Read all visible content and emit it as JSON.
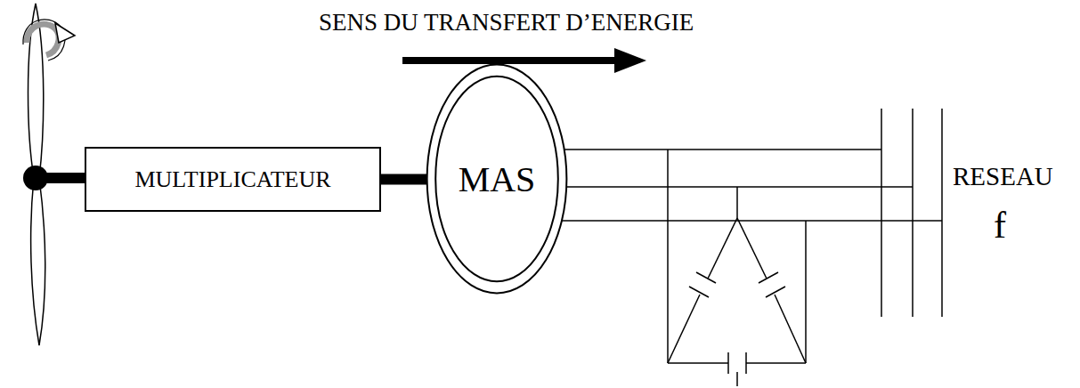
{
  "diagram": {
    "nodes": [
      {
        "text": [
          "MULTIPLICATEUR"
        ]
      },
      {
        "text": [
          "MAS"
        ]
      }
    ],
    "edges": [
      {
        "from": 0,
        "to": 1,
        "arrow": "none"
      }
    ],
    "labels": [
      "SENS DU TRANSFERT D’ENERGIE",
      "RESEAU",
      "f"
    ]
  }
}
